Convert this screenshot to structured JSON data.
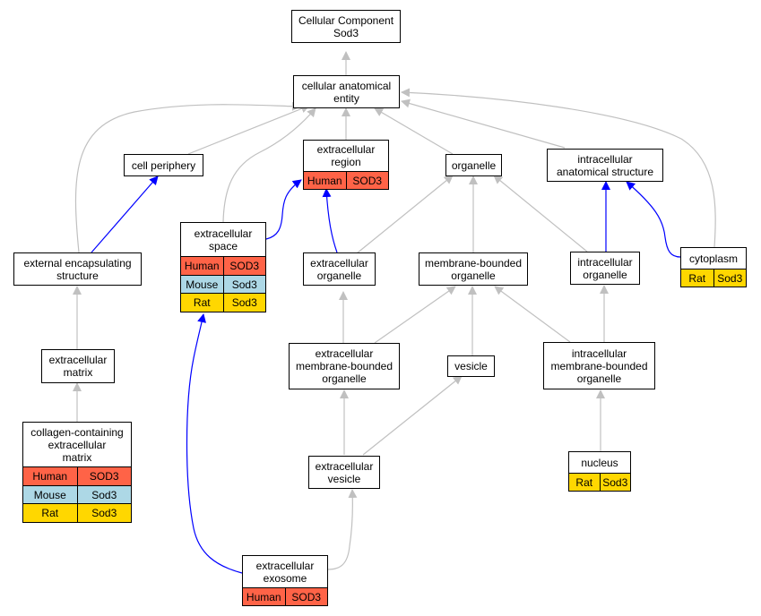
{
  "nodes": {
    "root": {
      "lines": [
        "Cellular Component",
        "Sod3"
      ]
    },
    "cae": {
      "lines": [
        "cellular anatomical",
        "entity"
      ]
    },
    "cellper": {
      "lines": [
        "cell periphery"
      ]
    },
    "exreg": {
      "lines": [
        "extracellular",
        "region"
      ],
      "rows": [
        [
          "Human",
          "SOD3"
        ]
      ]
    },
    "organelle": {
      "lines": [
        "organelle"
      ]
    },
    "intracell": {
      "lines": [
        "intracellular",
        "anatomical structure"
      ]
    },
    "exspace": {
      "lines": [
        "extracellular",
        "space"
      ],
      "rows": [
        [
          "Human",
          "SOD3"
        ],
        [
          "Mouse",
          "Sod3"
        ],
        [
          "Rat",
          "Sod3"
        ]
      ]
    },
    "extenc": {
      "lines": [
        "external encapsulating",
        "structure"
      ]
    },
    "exorg": {
      "lines": [
        "extracellular",
        "organelle"
      ]
    },
    "membound": {
      "lines": [
        "membrane-bounded",
        "organelle"
      ]
    },
    "intraorg": {
      "lines": [
        "intracellular",
        "organelle"
      ]
    },
    "cyto": {
      "lines": [
        "cytoplasm"
      ],
      "rows": [
        [
          "Rat",
          "Sod3"
        ]
      ]
    },
    "exmatrix": {
      "lines": [
        "extracellular",
        "matrix"
      ]
    },
    "exmemb": {
      "lines": [
        "extracellular",
        "membrane-bounded",
        "organelle"
      ]
    },
    "vesicle": {
      "lines": [
        "vesicle"
      ]
    },
    "intramemb": {
      "lines": [
        "intracellular",
        "membrane-bounded",
        "organelle"
      ]
    },
    "collagen": {
      "lines": [
        "collagen-containing",
        "extracellular",
        "matrix"
      ],
      "rows": [
        [
          "Human",
          "SOD3"
        ],
        [
          "Mouse",
          "Sod3"
        ],
        [
          "Rat",
          "Sod3"
        ]
      ]
    },
    "exves": {
      "lines": [
        "extracellular",
        "vesicle"
      ]
    },
    "nucleus": {
      "lines": [
        "nucleus"
      ],
      "rows": [
        [
          "Rat",
          "Sod3"
        ]
      ]
    },
    "exosome": {
      "lines": [
        "extracellular",
        "exosome"
      ],
      "rows": [
        [
          "Human",
          "SOD3"
        ]
      ]
    }
  },
  "colors": {
    "Human": "#ff6347",
    "Mouse": "#add8e6",
    "Rat": "#ffd700",
    "edge_gray": "#c0c0c0",
    "edge_blue": "#0000ff"
  }
}
